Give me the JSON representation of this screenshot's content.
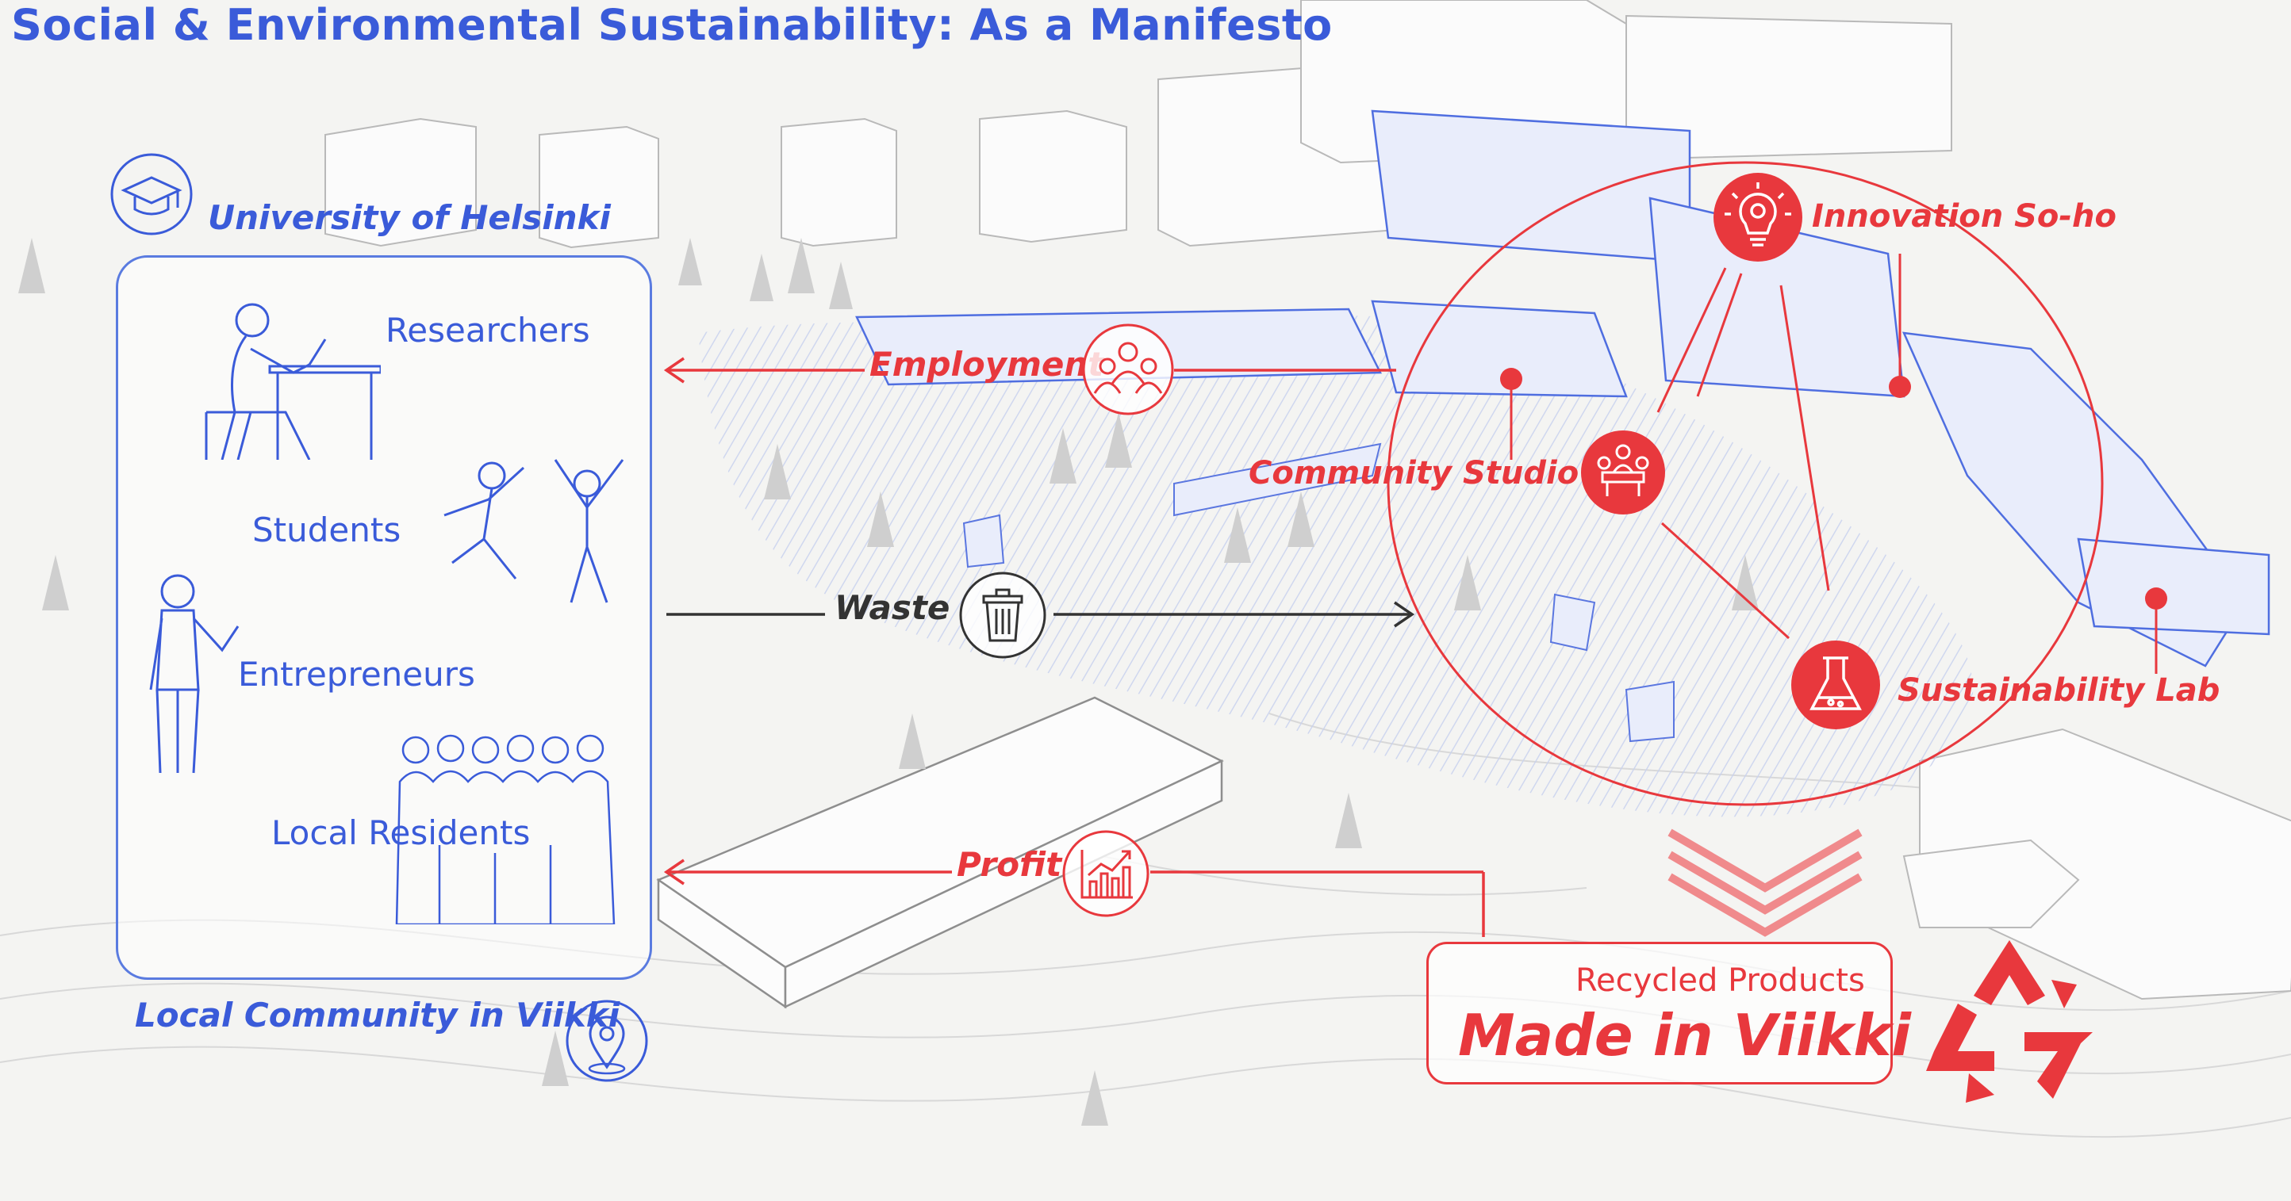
{
  "title": "Social & Environmental Sustainability: As a Manifesto",
  "stakeholders": {
    "university": "University of Helsinki",
    "community": "Local Community in Viikki",
    "groups": [
      "Researchers",
      "Students",
      "Entrepreneurs",
      "Local Residents"
    ]
  },
  "flows": {
    "employment": "Employment",
    "waste": "Waste",
    "profit": "Profit"
  },
  "places": {
    "innovation": "Innovation So-ho",
    "community_studio": "Community Studio",
    "sustainability_lab": "Sustainability Lab"
  },
  "product": {
    "label": "Recycled Products",
    "name": "Made in Viikki"
  },
  "icons": {
    "university": "graduation-cap-icon",
    "community": "location-pin-icon",
    "employment": "team-icon",
    "waste": "trash-bin-icon",
    "profit": "growth-chart-icon",
    "innovation": "lightbulb-gear-icon",
    "community_studio": "meeting-table-icon",
    "sustainability_lab": "flask-icon",
    "recycle": "recycle-icon"
  },
  "colors": {
    "blue_accent": "#3a5bd9",
    "red_accent": "#e8383d",
    "dark_flow": "#333333"
  }
}
